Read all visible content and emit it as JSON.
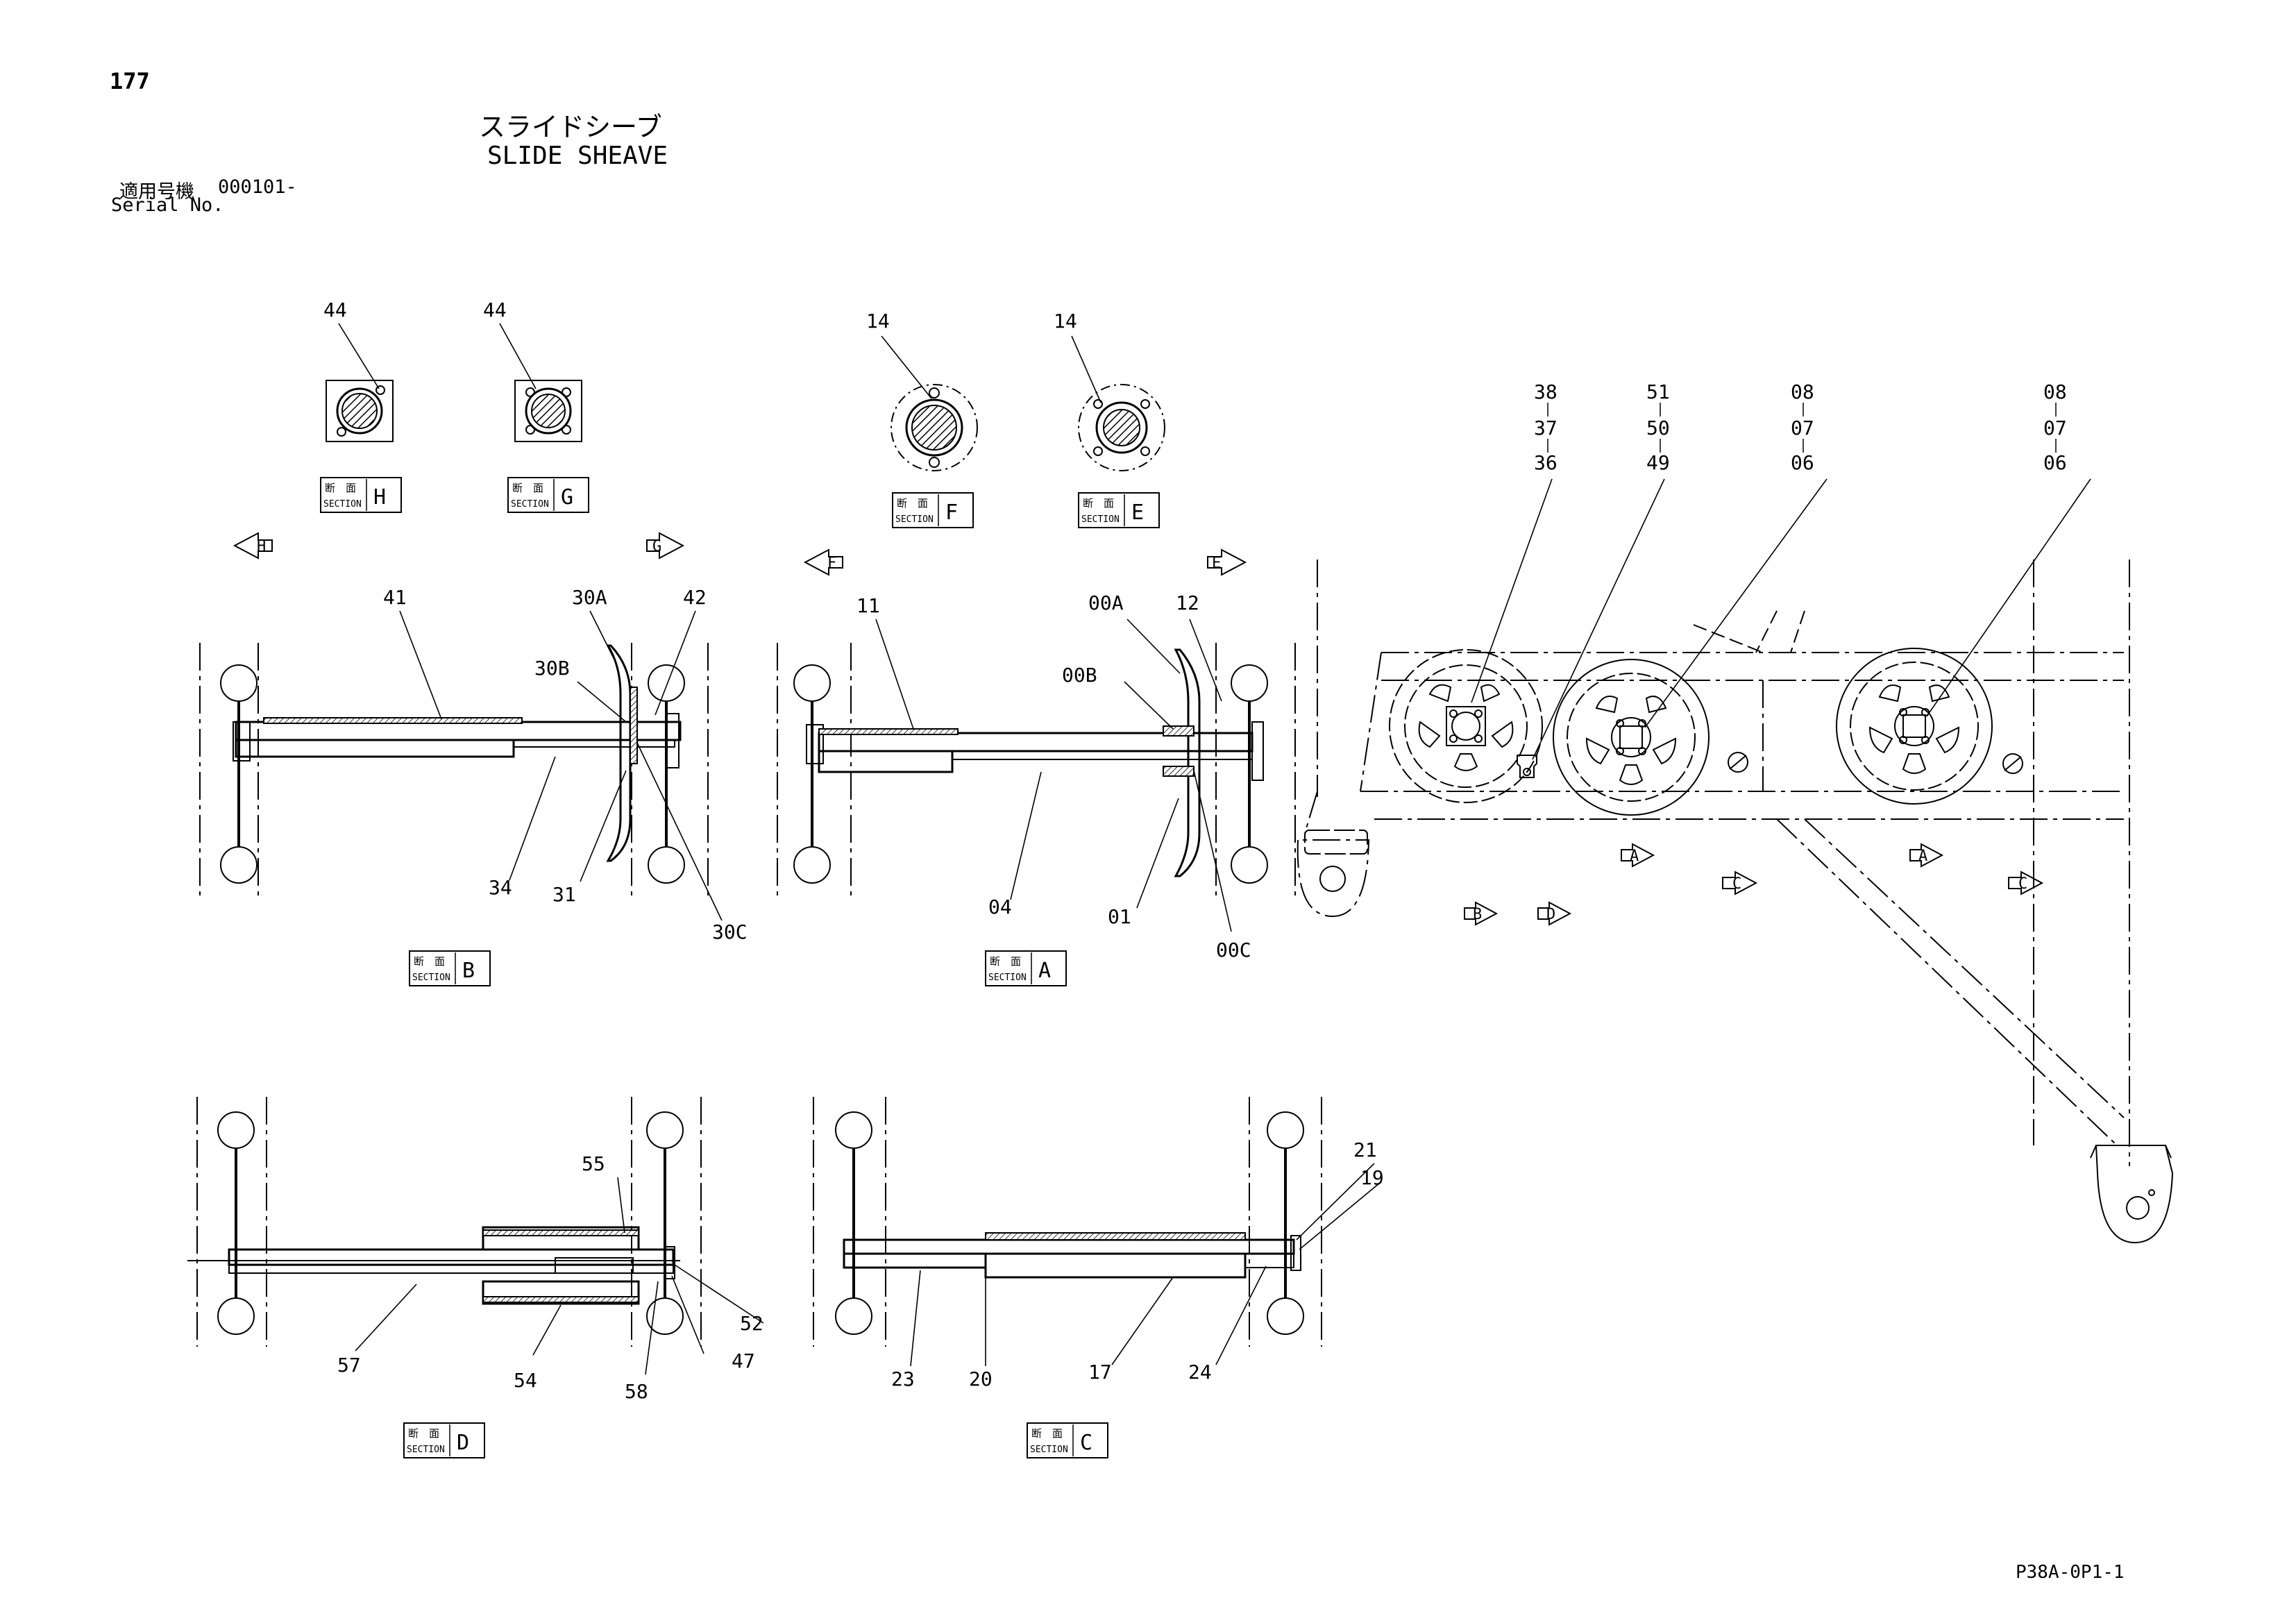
{
  "header": {
    "page_number": "177",
    "title_jp": "スライドシーブ",
    "title_en": "SLIDE SHEAVE",
    "serial_label_jp": "適用号機",
    "serial_value": "000101-",
    "serial_label_en": "Serial No."
  },
  "section_tag": {
    "kanji": "断　面",
    "word": "SECTION"
  },
  "sections": {
    "A": "A",
    "B": "B",
    "C": "C",
    "D": "D",
    "E": "E",
    "F": "F",
    "G": "G",
    "H": "H"
  },
  "callouts": {
    "p44a": "44",
    "p44b": "44",
    "p14a": "14",
    "p14b": "14",
    "p41": "41",
    "p30A": "30A",
    "p42": "42",
    "p30B": "30B",
    "p34": "34",
    "p31": "31",
    "p30C": "30C",
    "p11": "11",
    "p00A": "00A",
    "p12": "12",
    "p00B": "00B",
    "p04": "04",
    "p01": "01",
    "p00C": "00C",
    "p55": "55",
    "p57": "57",
    "p54": "54",
    "p58": "58",
    "p47": "47",
    "p52": "52",
    "p21": "21",
    "p19": "19",
    "p23": "23",
    "p20": "20",
    "p17": "17",
    "p24": "24",
    "p38": "38",
    "p37": "37",
    "p36": "36",
    "p51": "51",
    "p50": "50",
    "p49": "49",
    "p08a": "08",
    "p07a": "07",
    "p06a": "06",
    "p08b": "08",
    "p07b": "07",
    "p06b": "06"
  },
  "footer": {
    "drawing_code": "P38A-0P1-1"
  }
}
